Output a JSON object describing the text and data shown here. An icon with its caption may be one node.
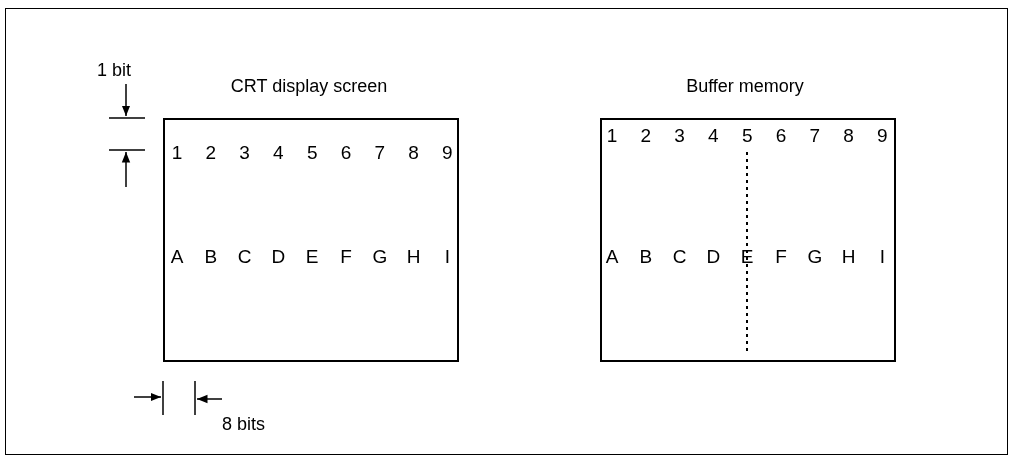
{
  "diagram": {
    "nodes": [
      {
        "text": [
          "CRT display screen"
        ]
      },
      {
        "text": [
          "Buffer memory"
        ]
      }
    ],
    "labels": [
      "1 bit",
      "1",
      "2",
      "3",
      "4",
      "5",
      "6",
      "7",
      "8",
      "9",
      "1",
      "2",
      "3",
      "4",
      "5",
      "6",
      "7",
      "8",
      "9",
      "A",
      "B",
      "C",
      "D",
      "E",
      "F",
      "G",
      "H",
      "I",
      "A",
      "B",
      "C",
      "D",
      "E",
      "F",
      "G",
      "H",
      "I",
      "8 bits"
    ]
  }
}
